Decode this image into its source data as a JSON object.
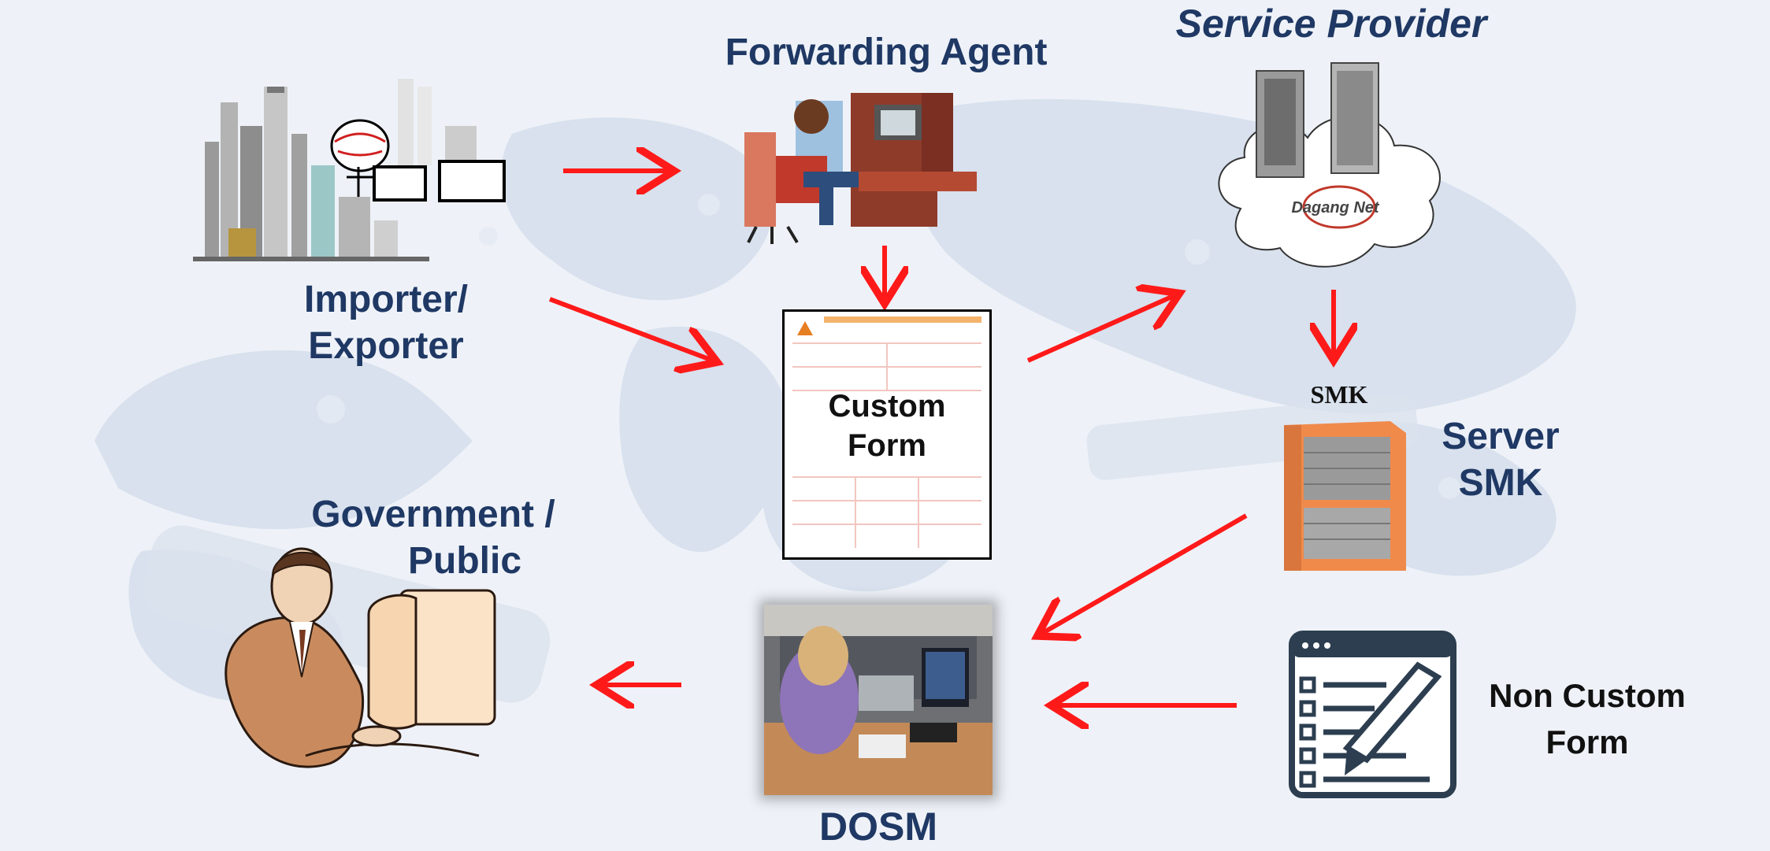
{
  "labels": {
    "forwarding_agent": "Forwarding Agent",
    "service_provider": "Service Provider",
    "importer_line1": "Importer/",
    "importer_line2": "Exporter",
    "custom_form_line1": "Custom",
    "custom_form_line2": "Form",
    "server_line1": "Server",
    "server_line2": "SMK",
    "smk_tag": "SMK",
    "dagang_net": "Dagang Net",
    "government_line1": "Government /",
    "government_line2": "Public",
    "non_custom_line1": "Non Custom",
    "non_custom_line2": "Form",
    "dosm": "DOSM"
  },
  "icons": {
    "importer": "factory-icon",
    "forwarding_agent": "office-worker-desk-icon",
    "service_provider": "server-cloud-icon",
    "custom_form": "form-document-icon",
    "server": "server-rack-icon",
    "dosm": "office-computer-photo",
    "government": "person-at-computer-icon",
    "non_custom": "form-edit-icon"
  },
  "colors": {
    "label": "#1f3864",
    "arrow": "#ff1a1a",
    "background": "#eef2f8",
    "map": "#d7e0ec"
  },
  "flows": [
    {
      "from": "Importer/ Exporter",
      "to": "Forwarding Agent"
    },
    {
      "from": "Importer/ Exporter",
      "to": "Custom Form"
    },
    {
      "from": "Forwarding Agent",
      "to": "Custom Form"
    },
    {
      "from": "Custom Form",
      "to": "Service Provider"
    },
    {
      "from": "Service Provider",
      "to": "Server SMK"
    },
    {
      "from": "Server SMK",
      "to": "DOSM"
    },
    {
      "from": "Non Custom Form",
      "to": "DOSM"
    },
    {
      "from": "DOSM",
      "to": "Government / Public"
    }
  ]
}
